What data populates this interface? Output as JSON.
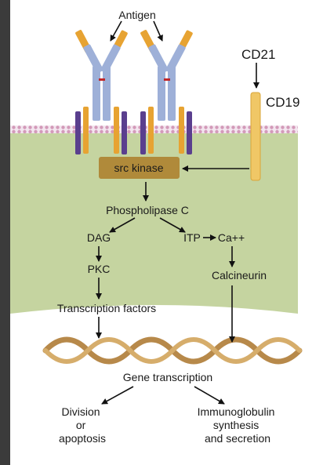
{
  "labels": {
    "antigen": "Antigen",
    "cd21": "CD21",
    "cd19": "CD19",
    "src_kinase": "src kinase",
    "phospholipase_c": "Phospholipase C",
    "dag": "DAG",
    "itp": "ITP",
    "ca": "Ca++",
    "pkc": "PKC",
    "calcineurin": "Calcineurin",
    "transcription_factors": "Transcription factors",
    "gene_transcription": "Gene transcription",
    "division_lines": [
      "Division",
      "or",
      "apoptosis"
    ],
    "ig_lines": [
      "Immunoglobulin",
      "synthesis",
      "and secretion"
    ]
  },
  "colors": {
    "cytoplasm": "#c5d4a0",
    "membrane": "#d7a0c0",
    "antibody_chain": "#9eb0d8",
    "antibody_tip": "#e7a332",
    "signal_bar": "#f0c766",
    "coreceptor_dark": "#5a3f8e",
    "kinase_box": "#b08a3a",
    "disulfide": "#c0282a",
    "dna": "#b7894a"
  }
}
